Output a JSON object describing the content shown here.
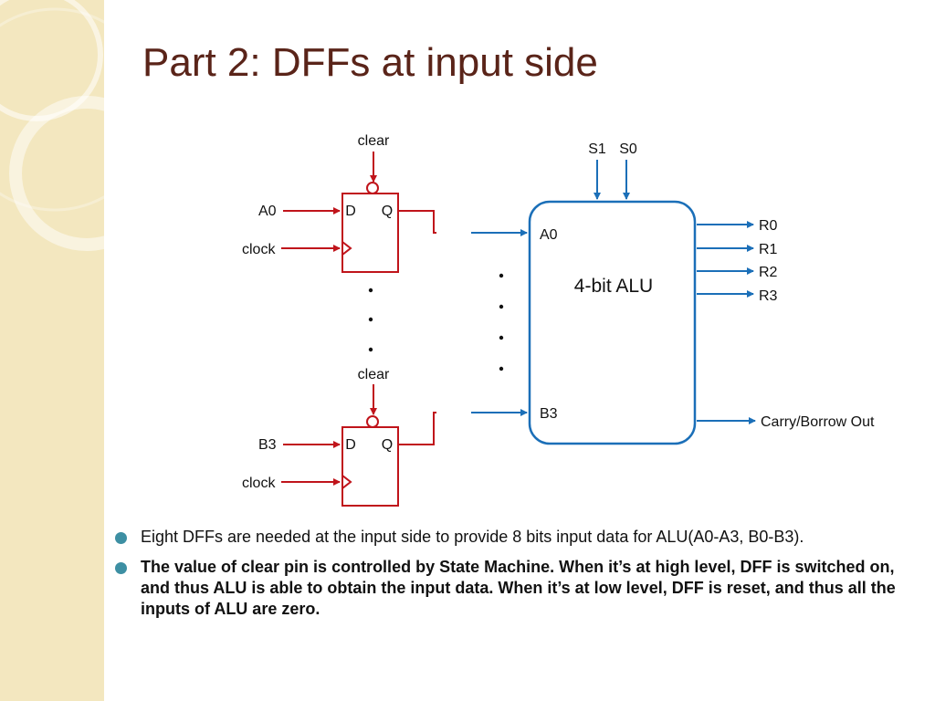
{
  "slide": {
    "title": "Part 2: DFFs at input side"
  },
  "diagram": {
    "top_dff": {
      "clear_label": "clear",
      "input_label": "A0",
      "clock_label": "clock",
      "d_pin": "D",
      "q_pin": "Q"
    },
    "bottom_dff": {
      "clear_label": "clear",
      "input_label": "B3",
      "clock_label": "clock",
      "d_pin": "D",
      "q_pin": "Q"
    },
    "alu": {
      "name": "4-bit ALU",
      "input_top": "A0",
      "input_bottom": "B3",
      "select_1": "S1",
      "select_0": "S0",
      "outputs": [
        "R0",
        "R1",
        "R2",
        "R3"
      ],
      "carry_out": "Carry/Borrow Out"
    }
  },
  "bullets": [
    {
      "text": "Eight DFFs are needed at the input side to provide 8 bits input data for ALU(A0-A3, B0-B3).",
      "bold": false
    },
    {
      "text": "The value of clear pin is controlled by State Machine. When it’s at high level, DFF is switched on, and thus ALU is able to obtain the input data. When it’s at low level, DFF is reset, and thus all the inputs of ALU are zero.",
      "bold": true
    }
  ],
  "colors": {
    "dff": "#c0141b",
    "alu": "#1b6fb8",
    "title": "#5a2419",
    "bullet": "#3d8fa3",
    "band": "#f3e7bf"
  }
}
